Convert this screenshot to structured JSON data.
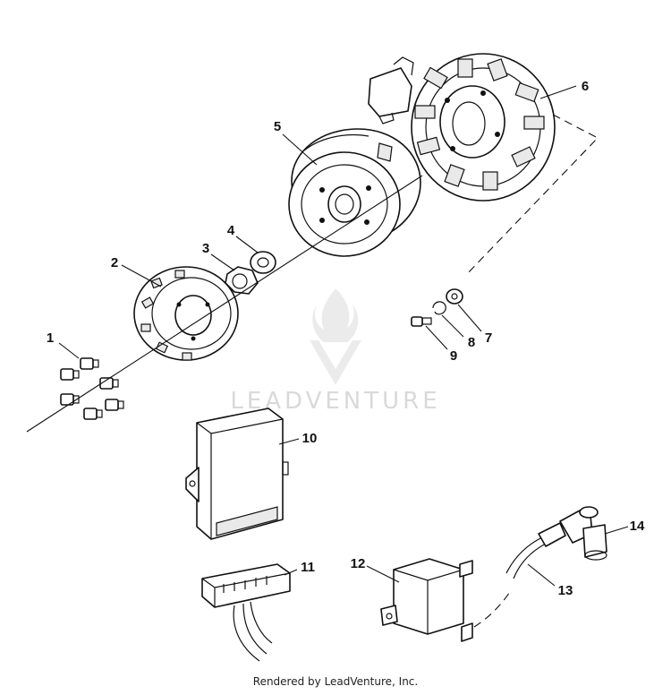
{
  "diagram": {
    "callouts": [
      {
        "id": "1",
        "label": "1"
      },
      {
        "id": "2",
        "label": "2"
      },
      {
        "id": "3",
        "label": "3"
      },
      {
        "id": "4",
        "label": "4"
      },
      {
        "id": "5",
        "label": "5"
      },
      {
        "id": "6",
        "label": "6"
      },
      {
        "id": "7",
        "label": "7"
      },
      {
        "id": "8",
        "label": "8"
      },
      {
        "id": "9",
        "label": "9"
      },
      {
        "id": "10",
        "label": "10"
      },
      {
        "id": "11",
        "label": "11"
      },
      {
        "id": "12",
        "label": "12"
      },
      {
        "id": "13",
        "label": "13"
      },
      {
        "id": "14",
        "label": "14"
      }
    ]
  },
  "watermark": {
    "brand": "LEADVENTURE"
  },
  "footer": {
    "text": "Rendered by LeadVenture, Inc."
  }
}
